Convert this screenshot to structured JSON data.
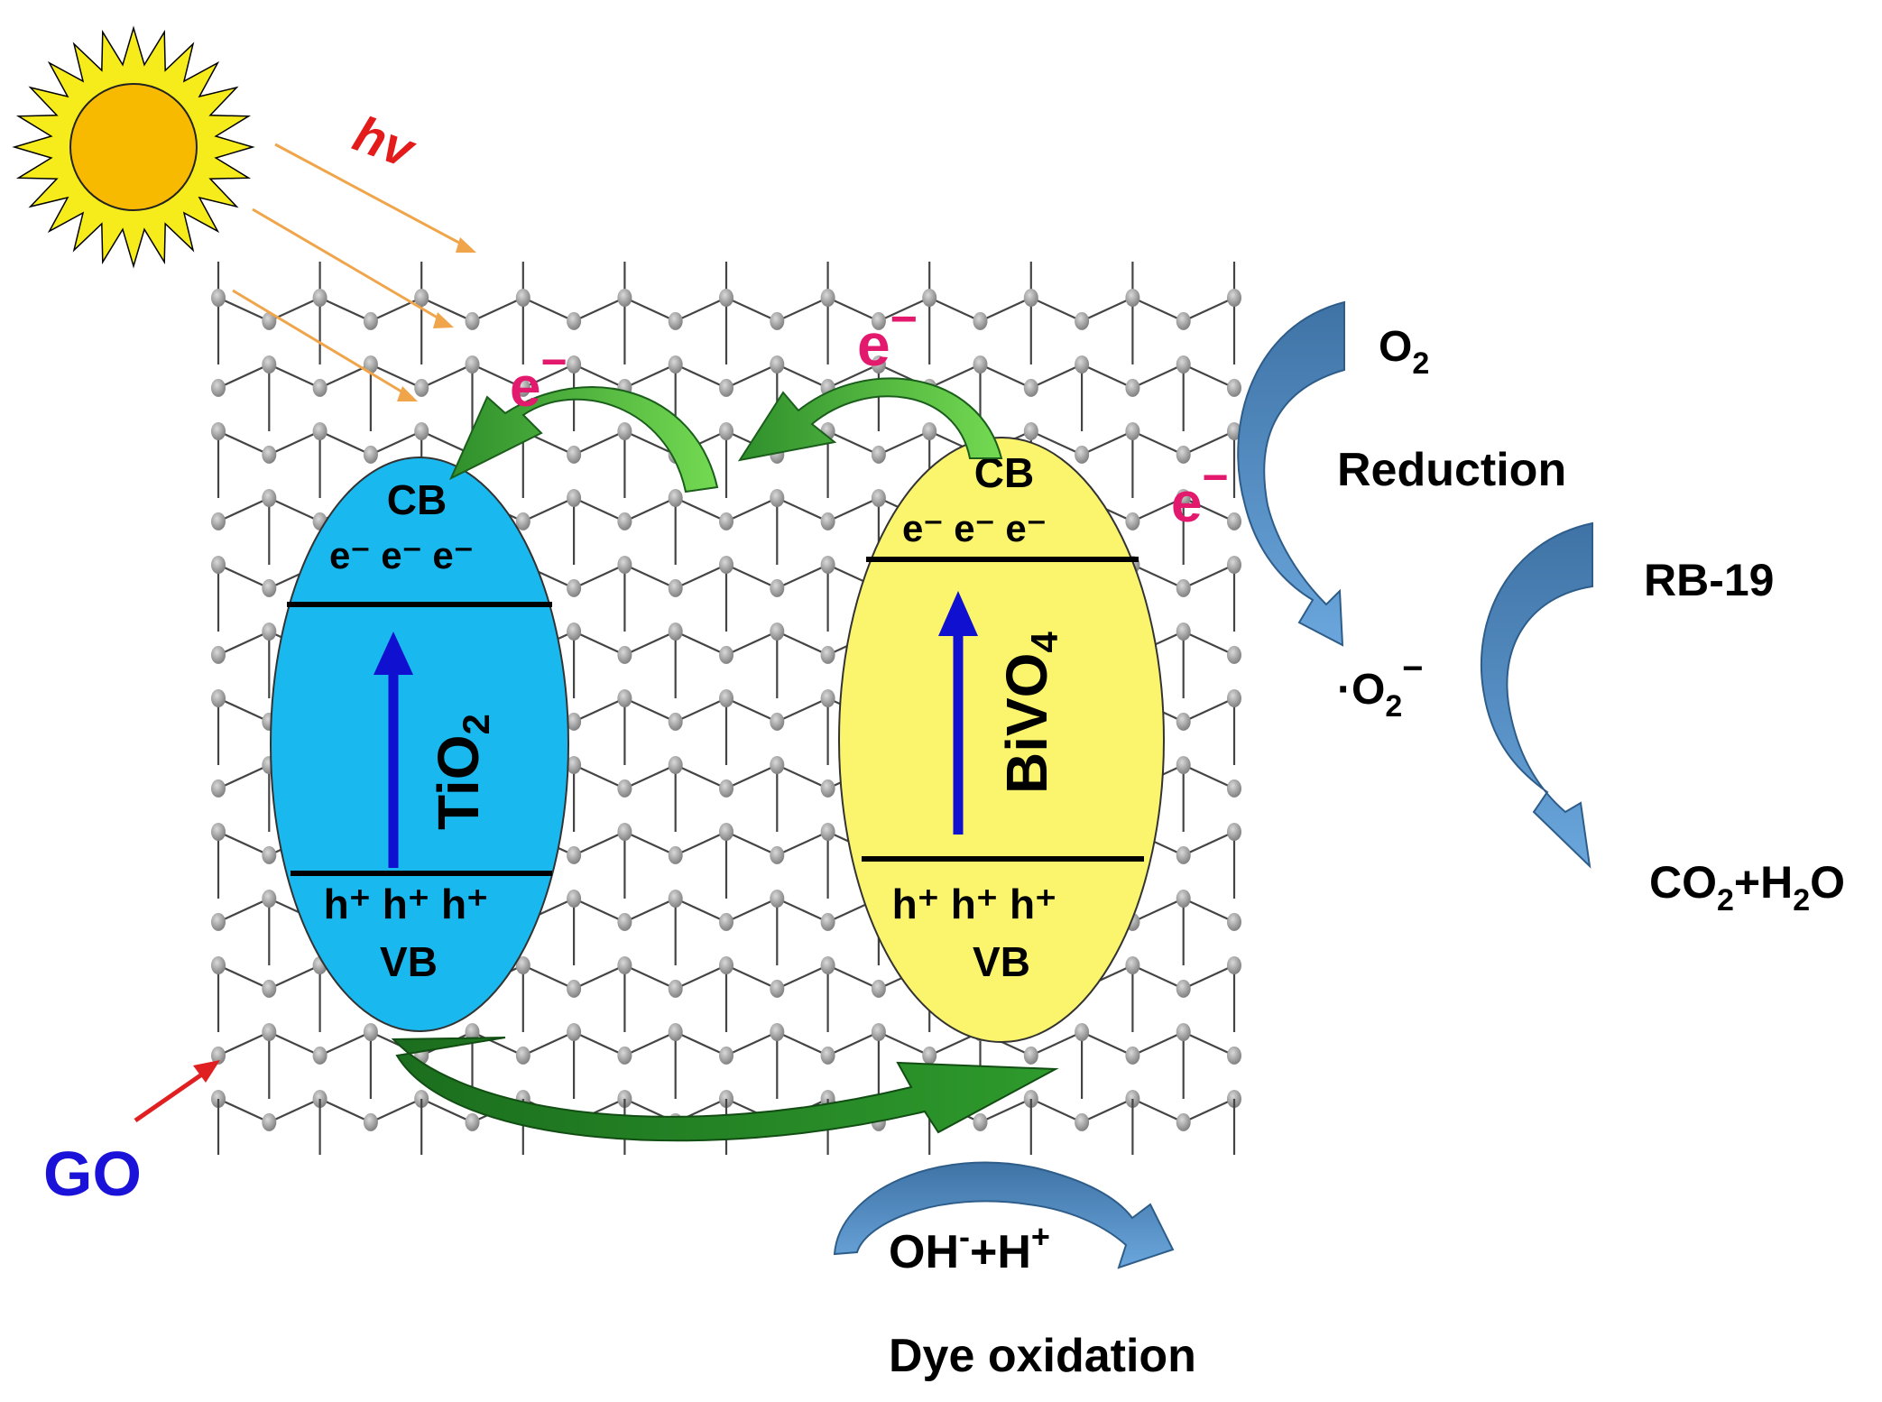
{
  "light": {
    "label": "hv"
  },
  "support": {
    "label": "GO"
  },
  "tio2": {
    "name_main": "TiO",
    "name_sub": "2",
    "cb_label": "CB",
    "vb_label": "VB",
    "electrons": "e⁻ e⁻ e⁻",
    "holes": "h⁺ h⁺ h⁺",
    "fill_color": "#19b8ef"
  },
  "bivo4": {
    "name_main": "BiVO",
    "name_sub": "4",
    "cb_label": "CB",
    "vb_label": "VB",
    "electrons": "e⁻ e⁻ e⁻",
    "holes": "h⁺ h⁺ h⁺",
    "fill_color": "#fbf56e"
  },
  "electron_labels": {
    "transfer_1": "e",
    "transfer_2": "e",
    "to_oxygen": "e",
    "charge": "−"
  },
  "reduction": {
    "reactant_main": "O",
    "reactant_sub": "2",
    "process": "Reduction",
    "product_prefix": "·O",
    "product_sub": "2",
    "product_charge": "−"
  },
  "degradation": {
    "dye": "RB-19",
    "products_co": "CO",
    "products_co_sub": "2",
    "products_h": "+H",
    "products_h_sub": "2",
    "products_o": "O"
  },
  "oxidation": {
    "oh": "OH",
    "oh_charge": "-",
    "plus_h": "+H",
    "h_charge": "+",
    "process": "Dye oxidation"
  },
  "colors": {
    "sun_rays": "#f6ec1b",
    "sun_core": "#f7ba00",
    "light_arrows": "#f0a54a",
    "hv_text": "#e31b1b",
    "electron_text": "#e3196e",
    "go_text": "#1a12d8",
    "go_arrow": "#e02020",
    "band_arrow": "#1010d0",
    "green_arrow_dark": "#1f7c22",
    "green_arrow_light": "#5fd24a",
    "blue_arrow": "#4f86ba",
    "graphene": "#444444"
  }
}
